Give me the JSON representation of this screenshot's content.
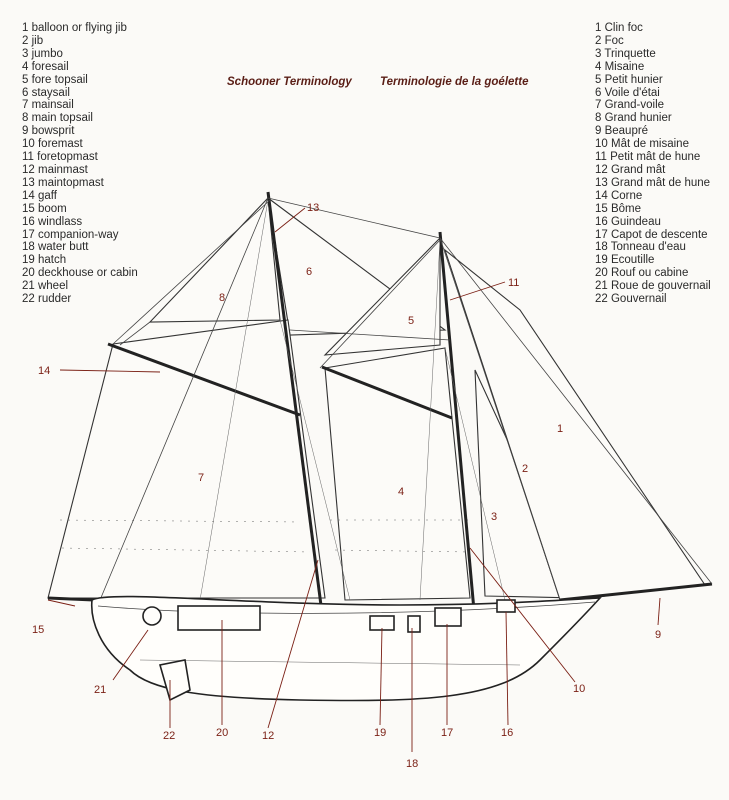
{
  "title_en": "Schooner Terminology",
  "title_fr": "Terminologie de la goélette",
  "legend_en": [
    "1 balloon or flying jib",
    "2 jib",
    "3 jumbo",
    "4 foresail",
    "5 fore topsail",
    "6 staysail",
    "7 mainsail",
    "8 main topsail",
    "9 bowsprit",
    "10 foremast",
    "11 foretopmast",
    "12 mainmast",
    "13 maintopmast",
    "14 gaff",
    "15 boom",
    "16 windlass",
    "17 companion-way",
    "18 water butt",
    "19 hatch",
    "20 deckhouse or cabin",
    "21 wheel",
    "22 rudder"
  ],
  "legend_fr": [
    "1 Clin foc",
    "2 Foc",
    "3 Trinquette",
    "4 Misaine",
    "5 Petit hunier",
    "6 Voile d'étai",
    "7 Grand-voile",
    "8 Grand hunier",
    "9 Beaupré",
    "10 Mât de misaine",
    "11 Petit mât de hune",
    "12 Grand mât",
    "13 Grand mât de hune",
    "14 Corne",
    "15 Bôme",
    "16 Guindeau",
    "17 Capot de descente",
    "18 Tonneau d'eau",
    "19 Ecoutille",
    "20 Rouf ou cabine",
    "21 Roue de gouvernail",
    "22 Gouvernail"
  ],
  "callouts": {
    "n1": "1",
    "n2": "2",
    "n3": "3",
    "n4": "4",
    "n5": "5",
    "n6": "6",
    "n7": "7",
    "n8": "8",
    "n9": "9",
    "n10": "10",
    "n11": "11",
    "n12": "12",
    "n13": "13",
    "n14": "14",
    "n15": "15",
    "n16": "16",
    "n17": "17",
    "n18": "18",
    "n19": "19",
    "n20": "20",
    "n21": "21",
    "n22": "22"
  },
  "colors": {
    "label": "#7a1f14",
    "title": "#5a1e16",
    "ink": "#222222",
    "paper": "#fbfaf7"
  }
}
